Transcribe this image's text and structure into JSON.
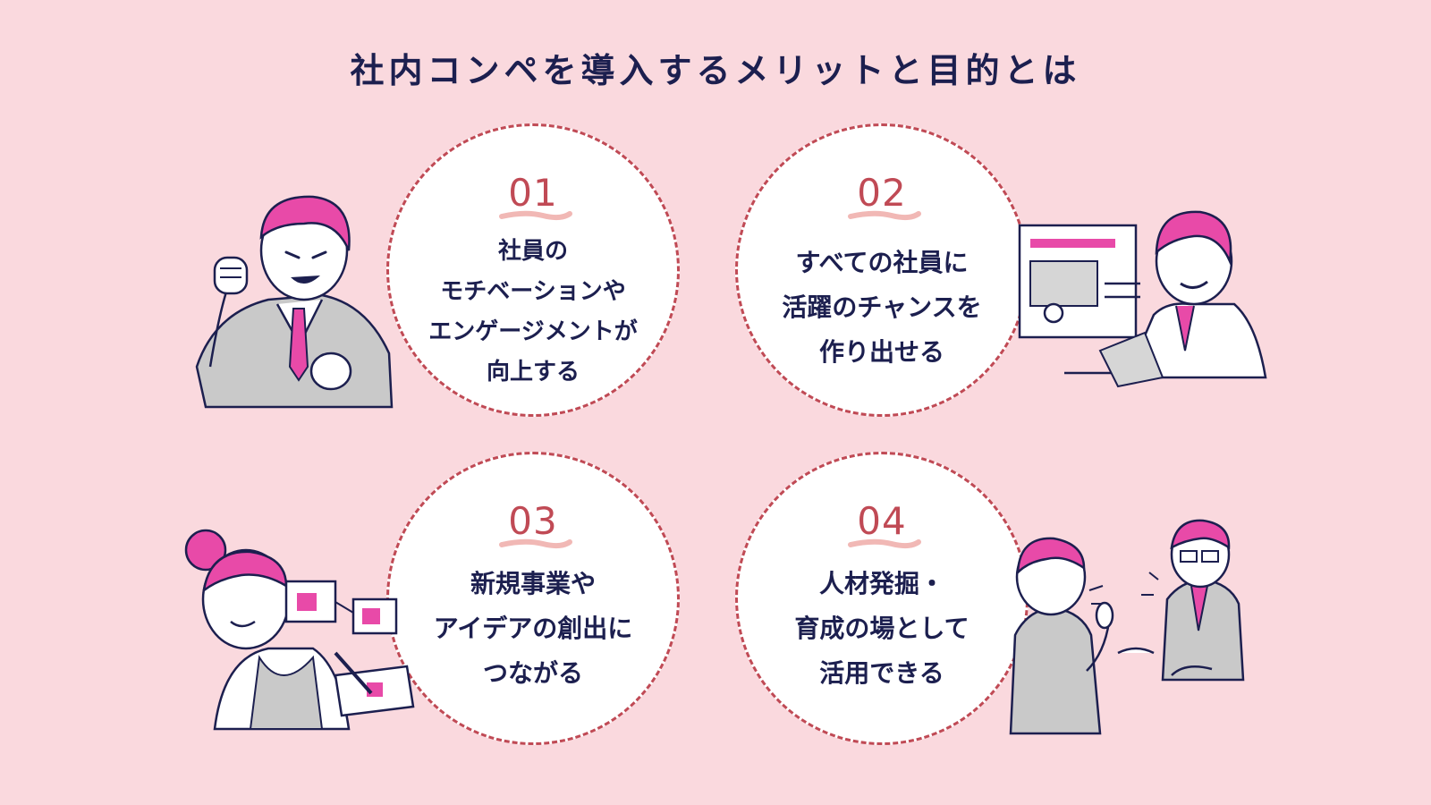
{
  "title": "社内コンペを導入するメリットと目的とは",
  "colors": {
    "background": "#fad9de",
    "navy": "#1c1f4f",
    "accent_red": "#c04a55",
    "magenta": "#e84aa8",
    "suit_gray": "#c9c9c9"
  },
  "items": [
    {
      "number": "01",
      "lines": [
        "社員の",
        "モチベーションや",
        "エンゲージメントが",
        "向上する"
      ],
      "illustration": "excited-businessman-icon"
    },
    {
      "number": "02",
      "lines": [
        "すべての社員に",
        "活躍のチャンスを",
        "作り出せる"
      ],
      "illustration": "presenter-with-screen-icon"
    },
    {
      "number": "03",
      "lines": [
        "新規事業や",
        "アイデアの創出に",
        "つながる"
      ],
      "illustration": "woman-planning-icon"
    },
    {
      "number": "04",
      "lines": [
        "人材発掘・",
        "育成の場として",
        "活用できる"
      ],
      "illustration": "mentor-and-colleague-icon"
    }
  ]
}
